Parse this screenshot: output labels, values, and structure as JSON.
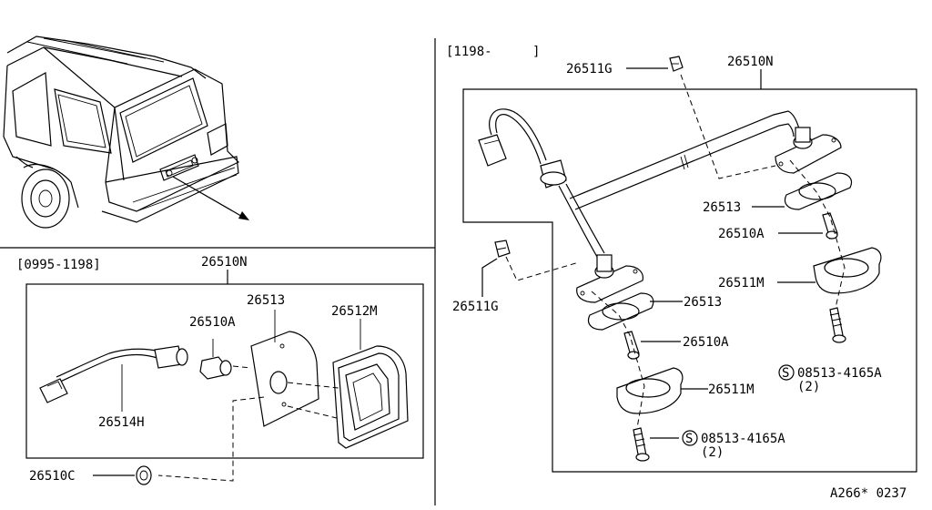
{
  "left_panel": {
    "date_range": "[0995-1198]",
    "assembly_label": "26510N",
    "labels": {
      "lens_housing": "26512M",
      "gasket": "26513",
      "bulb": "26510A",
      "harness": "26514H",
      "clip": "26510C"
    }
  },
  "right_panel": {
    "date_range": "[1198-",
    "date_close": "]",
    "assembly_label": "26510N",
    "labels": {
      "clip_top": "26511G",
      "clip_side": "26511G",
      "gasket_right": "26513",
      "bulb_right": "26510A",
      "housing_right": "26511M",
      "screw_right": "08513-4165A",
      "screw_right_qty": "(2)",
      "gasket_left": "26513",
      "bulb_left": "26510A",
      "housing_left": "26511M",
      "screw_left": "08513-4165A",
      "screw_left_qty": "(2)",
      "screw_symbol": "S"
    }
  },
  "footer": {
    "diagram_code": "A266* 0237"
  }
}
